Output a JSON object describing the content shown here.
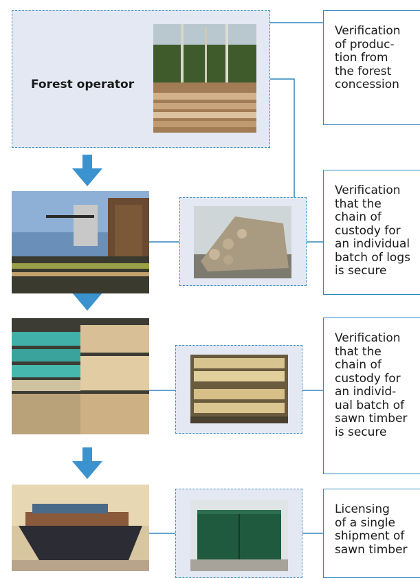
{
  "forest_operator": {
    "label": "Forest operator"
  },
  "notes": [
    "Verification\nof produc-\ntion from\nthe forest\nconcession",
    "Verification\nthat the\nchain of\ncustody for\nan individual\nbatch of logs\nis secure",
    "Verification\nthat the\nchain of\ncustody for\nan individ-\nual batch of\nsawn timber\nis secure",
    "Licensing\nof a single\nshipment of\nsawn timber"
  ],
  "colors": {
    "accent": "#3a8dc3",
    "arrow": "#3a93cf",
    "box_fill": "#e3e8f2"
  },
  "icons": [
    "forest-logging-photo",
    "sawmill-photo",
    "log-pile-photo",
    "timber-warehouse-photo",
    "sawn-timber-stack-photo",
    "cargo-ship-photo",
    "shipping-container-photo"
  ]
}
